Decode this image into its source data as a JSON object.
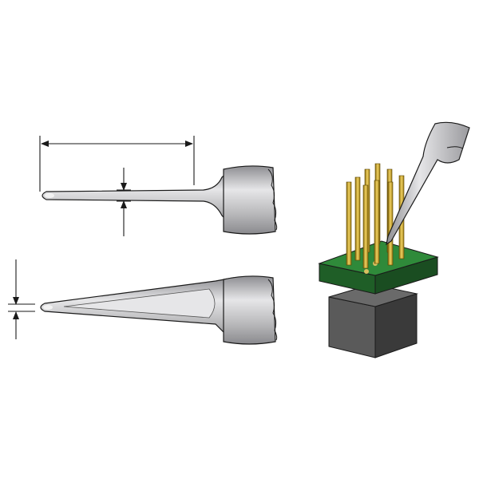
{
  "drawing": {
    "colors": {
      "background": "#ffffff",
      "outline": "#1a1a1a",
      "tip_metal": "#b9b9bb",
      "tip_highlight": "#e6e6e8",
      "tip_shadow": "#8e8e92",
      "pcb_green": "#2f8a3a",
      "pcb_dark": "#1f5e27",
      "pin_gold": "#c9a227",
      "component_body": "#4a4a4a"
    },
    "views": [
      "side-view-dimensioned",
      "top-view-dimensioned",
      "application-view"
    ]
  }
}
